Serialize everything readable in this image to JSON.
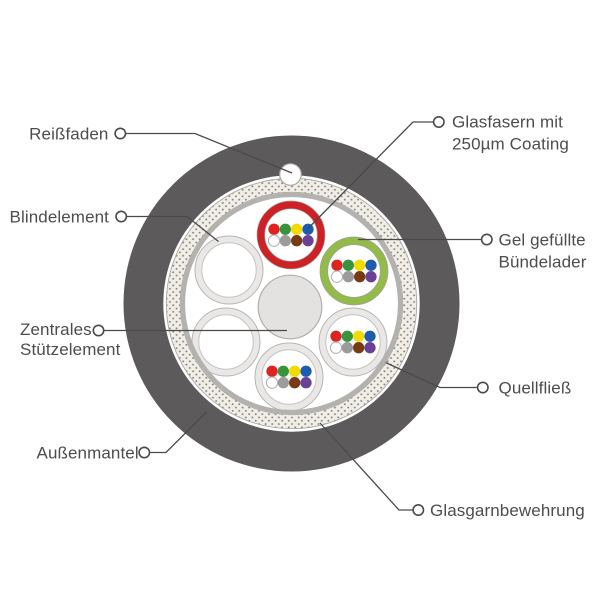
{
  "diagram": {
    "kind": "fiber-optic-cable-cross-section",
    "tube_count": 6,
    "fibers_per_tube": 8
  },
  "labels": {
    "left": [
      {
        "id": "reissfaden",
        "lines": [
          "Reißfaden"
        ]
      },
      {
        "id": "blindelement",
        "lines": [
          "Blindelement"
        ]
      },
      {
        "id": "zentrales",
        "lines": [
          "Zentrales",
          "Stützelement"
        ]
      },
      {
        "id": "aussenmantel",
        "lines": [
          "Außenmantel"
        ]
      }
    ],
    "right": [
      {
        "id": "glasfasern",
        "lines": [
          "Glasfasern mit",
          "250µm Coating"
        ]
      },
      {
        "id": "gel",
        "lines": [
          "Gel gefüllte",
          "Bündelader"
        ]
      },
      {
        "id": "quellfliess",
        "lines": [
          "Quellfließ"
        ]
      },
      {
        "id": "glasgarn",
        "lines": [
          "Glasgarnbewehrung"
        ]
      }
    ]
  },
  "colors": {
    "jacket": "#5d5a5b",
    "armor_bg": "#f1eee8",
    "armor_dot": "#86847c",
    "armor_edge": "#a9a7a3",
    "fleece_ring": "#b4b2af",
    "tube_red": "#cd2126",
    "tube_green": "#92bb4a",
    "tube_colored_stroke": "#a09e9a",
    "tube_wall_fill": "#e9e8e6",
    "tube_wall_stroke": "#b7b5b3",
    "tube_inner_stroke": "#c6c4c2",
    "central_fill": "#e3e2e1",
    "central_stroke": "#b2b0ae",
    "ripcord_stroke": "#a5a3a0",
    "white": "#ffffff",
    "leader": "#4a4a4a",
    "text": "#4d4c4e"
  },
  "fibers": {
    "colors": [
      {
        "name": "red",
        "hex": "#df2321"
      },
      {
        "name": "green",
        "hex": "#37943c"
      },
      {
        "name": "yellow",
        "hex": "#f3da00"
      },
      {
        "name": "blue",
        "hex": "#1e5dae"
      },
      {
        "name": "white",
        "hex": "#ffffff",
        "stroke": "#b0aeac"
      },
      {
        "name": "gray",
        "hex": "#9b9b9b"
      },
      {
        "name": "brown",
        "hex": "#773a11"
      },
      {
        "name": "violet",
        "hex": "#6a4197"
      }
    ]
  },
  "tubes": [
    {
      "position": "top",
      "type": "gel-filled-loose-tube",
      "ring": "red",
      "has_fibers": true
    },
    {
      "position": "upper-right",
      "type": "gel-filled-loose-tube",
      "ring": "green",
      "has_fibers": true
    },
    {
      "position": "lower-right",
      "type": "loose-tube",
      "ring": "white",
      "has_fibers": true
    },
    {
      "position": "bottom",
      "type": "loose-tube",
      "ring": "white",
      "has_fibers": true
    },
    {
      "position": "lower-left",
      "type": "blind-element",
      "ring": "white",
      "has_fibers": false
    },
    {
      "position": "upper-left",
      "type": "blind-element",
      "ring": "white",
      "has_fibers": false
    }
  ]
}
